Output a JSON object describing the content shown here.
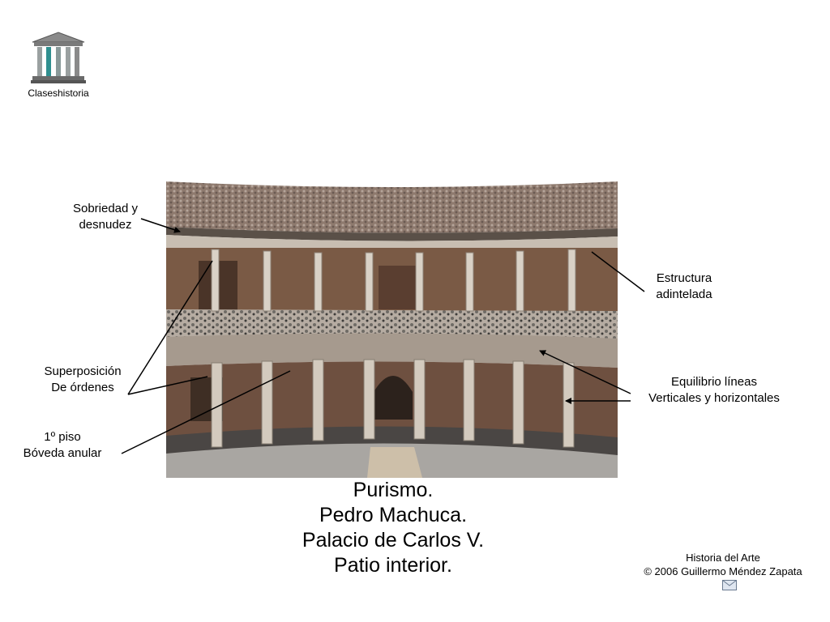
{
  "logo": {
    "text": "Claseshistoria",
    "icon": "greek-temple-icon"
  },
  "annotations": {
    "sobriedad": [
      "Sobriedad y",
      "desnudez"
    ],
    "superposicion": [
      "Superposición",
      "De órdenes"
    ],
    "piso": [
      "1º piso",
      "Bóveda anular"
    ],
    "estructura": [
      "Estructura",
      "adintelada"
    ],
    "equilibrio": [
      "Equilibrio líneas",
      "Verticales y horizontales"
    ]
  },
  "caption": [
    "Purismo.",
    "Pedro Machuca.",
    "Palacio de Carlos V.",
    "Patio interior."
  ],
  "credits": {
    "line1": "Historia del Arte",
    "line2": "© 2006 Guillermo Méndez Zapata",
    "icon": "envelope-icon"
  }
}
